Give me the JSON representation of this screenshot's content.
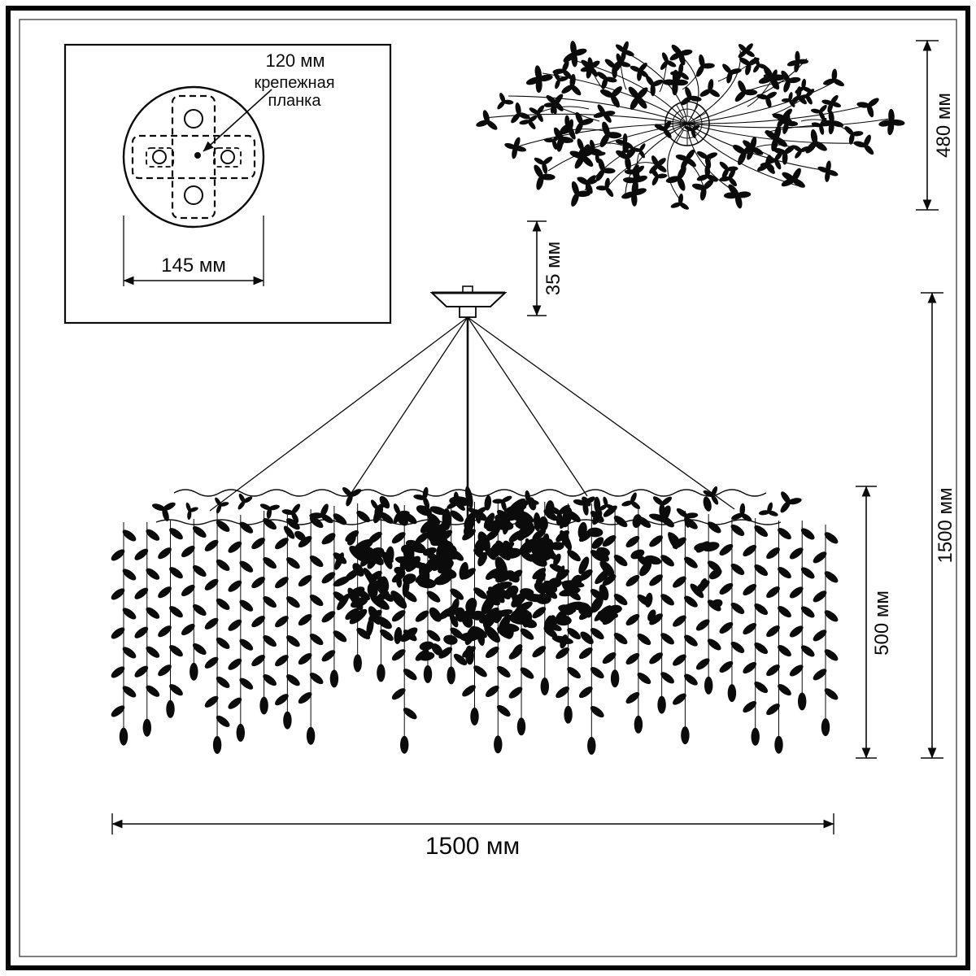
{
  "colors": {
    "ink": "#0b0b0b",
    "background": "#ffffff"
  },
  "mount_plate_detail": {
    "hole_spacing_label": "120 мм",
    "bracket_label_line1": "крепежная",
    "bracket_label_line2": "планка",
    "plate_width_label": "145 мм"
  },
  "top_view": {
    "depth_label": "480 мм"
  },
  "side_view": {
    "canopy_height_label": "35 мм",
    "overall_height_label": "1500 мм",
    "body_height_label": "500 мм",
    "overall_width_label": "1500 мм"
  }
}
